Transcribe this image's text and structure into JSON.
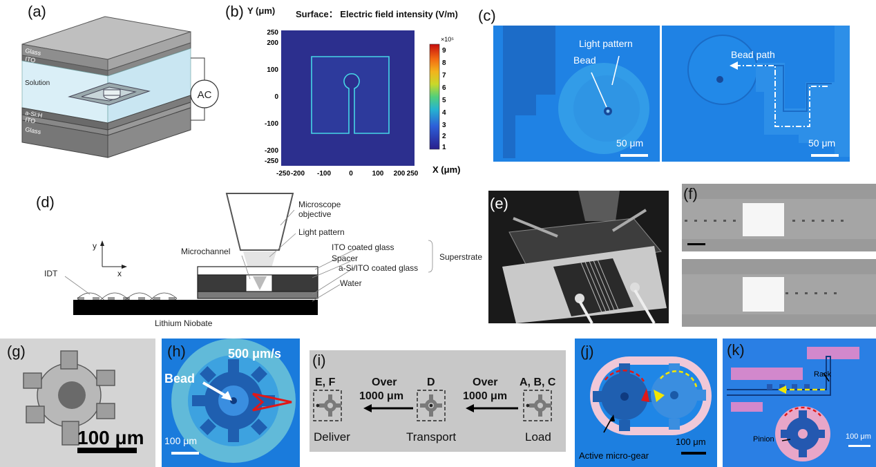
{
  "panels": {
    "a": {
      "label": "(a)",
      "layers_top": [
        "Glass",
        "ITO"
      ],
      "layers_bottom": [
        "a-Si:H",
        "ITO",
        "Glass"
      ],
      "solution_label": "Solution",
      "ac_label": "AC"
    },
    "b": {
      "label": "(b)",
      "title": "Surface： Electric field intensity (V/m)",
      "xlabel": "X (μm)",
      "ylabel": "Y (μm)",
      "colorbar_exp": "×10⁵",
      "colorbar_ticks": [
        "9",
        "8",
        "7",
        "6",
        "5",
        "4",
        "3",
        "2",
        "1"
      ],
      "x_ticks": [
        "-250",
        "-200",
        "-100",
        "0",
        "100",
        "200",
        "250"
      ],
      "y_ticks": [
        "250",
        "200",
        "100",
        "0",
        "-100",
        "-200",
        "-250"
      ]
    },
    "c": {
      "label": "(c)",
      "left": {
        "light_pattern": "Light pattern",
        "bead": "Bead",
        "scale": "50 μm"
      },
      "right": {
        "bead_path": "Bead path",
        "scale": "50 μm"
      }
    },
    "d": {
      "label": "(d)",
      "microscope": "Microscope",
      "objective": "objective",
      "light_pattern": "Light pattern",
      "microchannel": "Microchannel",
      "ito_glass": "ITO coated glass",
      "spacer": "Spacer",
      "asi_glass": "a-Si/ITO coated glass",
      "water": "Water",
      "superstrate": "Superstrate",
      "idt": "IDT",
      "niobate": "Lithium Niobate",
      "axis_y": "y",
      "axis_x": "x"
    },
    "e": {
      "label": "(e)"
    },
    "f": {
      "label": "(f)"
    },
    "g": {
      "label": "(g)",
      "scale": "100 μm"
    },
    "h": {
      "label": "(h)",
      "speed": "500 μm/s",
      "bead": "Bead",
      "scale": "100 μm"
    },
    "i": {
      "label": "(i)",
      "steps": [
        {
          "top": "E, F",
          "bottom": "Deliver"
        },
        {
          "top": "D",
          "bottom": "Transport"
        },
        {
          "top": "A, B, C",
          "bottom": "Load"
        }
      ],
      "arrow_label_1": "Over",
      "arrow_label_2": "1000 μm"
    },
    "j": {
      "label": "(j)",
      "scale": "100 μm",
      "active": "Active micro-gear"
    },
    "k": {
      "label": "(k)",
      "rack": "Rack",
      "pinion": "Pinion",
      "scale": "100 μm"
    }
  },
  "colors": {
    "micrograph_blue": "#1d7fe0",
    "arrow_red": "#e01818",
    "arrow_yellow": "#f2e600",
    "panel_i_bg": "#c8c8c8"
  }
}
